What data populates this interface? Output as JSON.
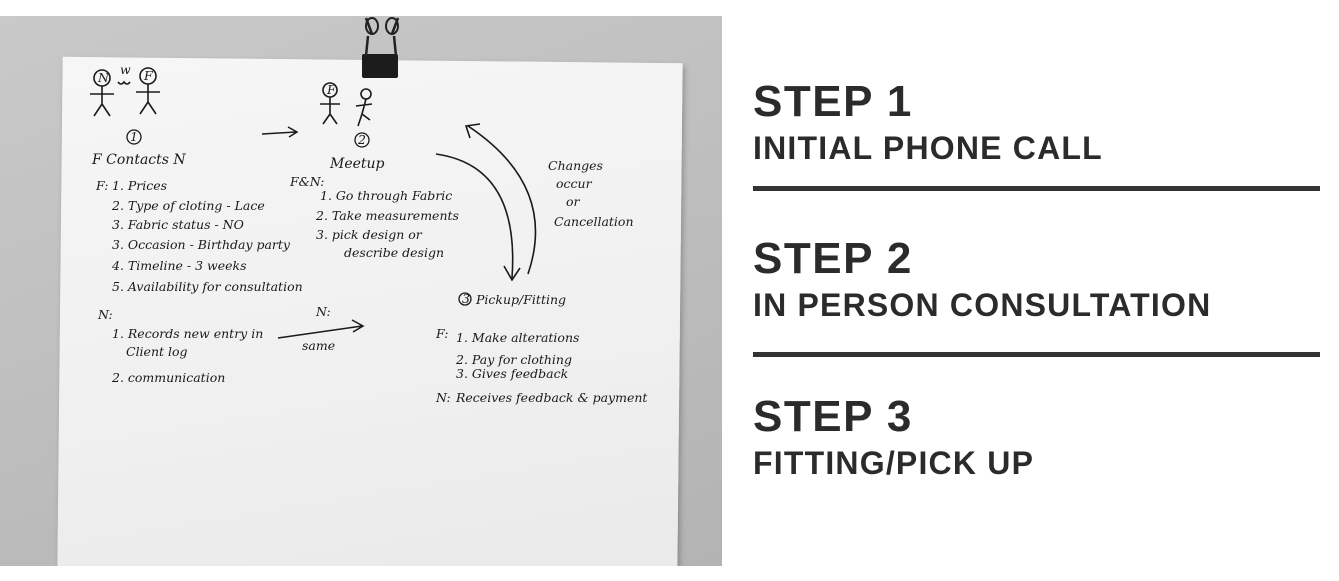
{
  "photo": {
    "figures": {
      "left_heads": [
        "N",
        "F"
      ],
      "speech": "w",
      "right_head": "F"
    },
    "flow": [
      {
        "number": "1",
        "title": "F Contacts N"
      },
      {
        "number": "2",
        "title": "Meetup"
      },
      {
        "number": "3",
        "title": "Pickup/Fitting"
      }
    ],
    "f_contacts": {
      "label": "F:",
      "items": [
        "1. Prices",
        "2. Type of cloting - Lace",
        "3. Fabric status - NO",
        "3. Occasion - Birthday party",
        "4. Timeline - 3 weeks",
        "5. Availability for consultation"
      ]
    },
    "n_contacts": {
      "label": "N:",
      "items": [
        "1. Records new entry in",
        "Client log",
        "2. communication"
      ],
      "arrow_label_top": "N:",
      "arrow_label_bottom": "same"
    },
    "meetup": {
      "label": "F&N:",
      "items": [
        "1. Go through Fabric",
        "2. Take measurements",
        "3. pick design or",
        "describe design"
      ]
    },
    "changes_note": [
      "Changes",
      "occur",
      "or",
      "Cancellation"
    ],
    "pickup": {
      "label_f": "F:",
      "items": [
        "1. Make alterations",
        "2. Pay for clothing",
        "3. Gives feedback"
      ],
      "label_n": "N:",
      "n_item": "Receives feedback & payment"
    }
  },
  "steps": [
    {
      "title": "STEP 1",
      "subtitle": "INITIAL PHONE CALL"
    },
    {
      "title": "STEP 2",
      "subtitle": "IN PERSON CONSULTATION"
    },
    {
      "title": "STEP 3",
      "subtitle": "FITTING/PICK UP"
    }
  ],
  "colors": {
    "text": "#2b2b2b",
    "divider": "#333333",
    "wall": "#c2c2c2",
    "paper": "#f2f2f2"
  }
}
